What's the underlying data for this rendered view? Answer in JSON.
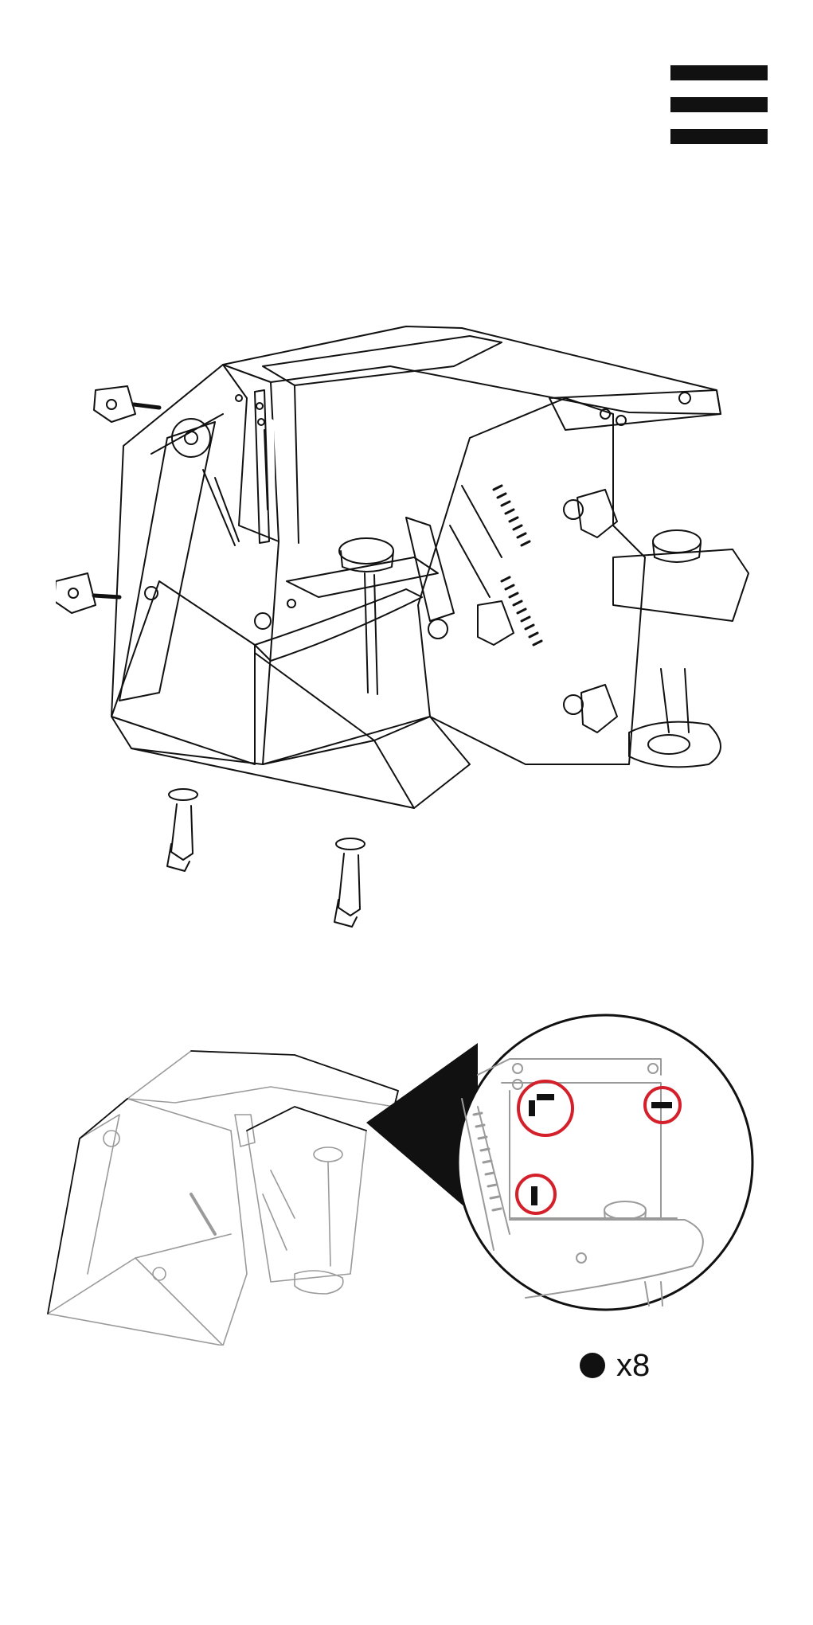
{
  "step_marker": {
    "bars": 3,
    "icon": "step-three-bars"
  },
  "illustrations": {
    "main_assembly": "cockpit-frame-assembly-drawing",
    "detail_view": "magnified-bolt-locations-drawing"
  },
  "colors": {
    "ink": "#111111",
    "highlight": "#d4202a",
    "faded_ink": "#9a9a9a"
  },
  "hardware": {
    "quantity": "x8",
    "icon": "filled-dot-icon"
  }
}
